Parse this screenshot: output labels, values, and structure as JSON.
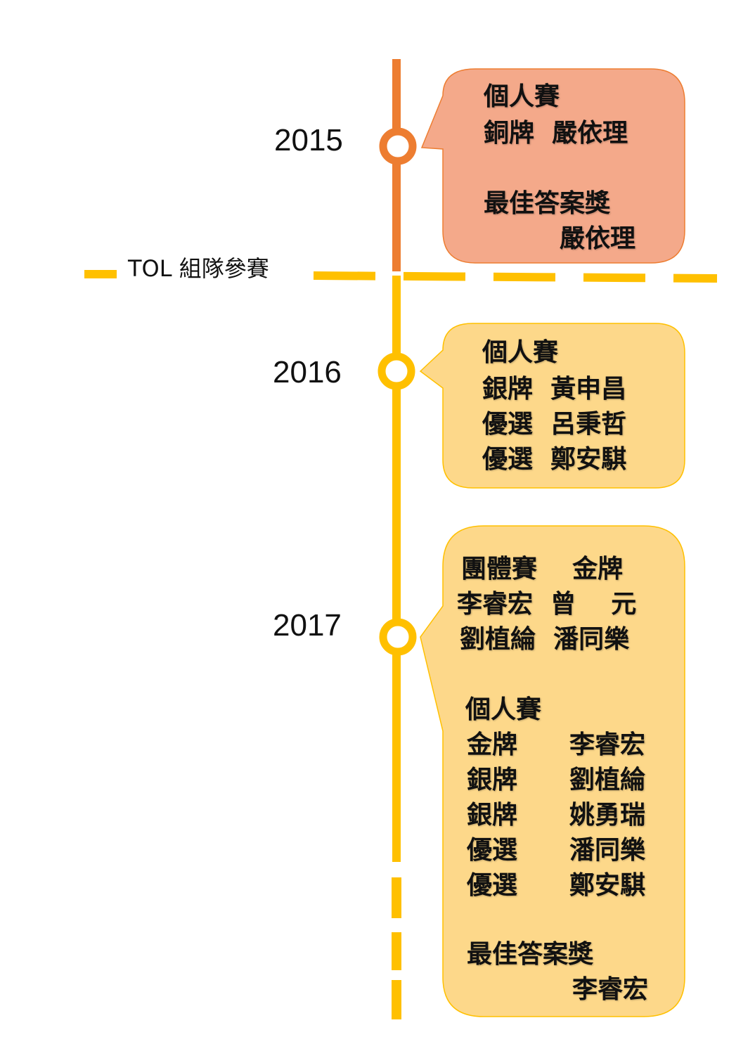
{
  "colors": {
    "orange": "#ED7D31",
    "gold": "#FFC000",
    "box2015": "#F4A98A",
    "box2015_stroke": "#ED7D31",
    "boxGold": "#FDD88A",
    "boxGold_stroke": "#FFC000"
  },
  "divider": {
    "label": "TOL 組隊參賽"
  },
  "years": {
    "y2015": "2015",
    "y2016": "2016",
    "y2017": "2017"
  },
  "box2015": {
    "line1": "個人賽",
    "line2": "銅牌  嚴依理",
    "line3": "最佳答案獎",
    "line4": "嚴依理"
  },
  "box2016": {
    "line1": "個人賽",
    "line2": "銀牌  黃申昌",
    "line3": "優選  呂秉哲",
    "line4": "優選  鄭安騏"
  },
  "box2017": {
    "team_header": "團體賽    金牌",
    "team_row1": "李睿宏  曾    元",
    "team_row2": "劉植綸  潘同樂",
    "indiv_header": "個人賽",
    "awards": [
      "金牌",
      "銀牌",
      "銀牌",
      "優選",
      "優選"
    ],
    "names": [
      "李睿宏",
      "劉植綸",
      "姚勇瑞",
      "潘同樂",
      "鄭安騏"
    ],
    "best_label": "最佳答案獎",
    "best_name": "李睿宏"
  }
}
